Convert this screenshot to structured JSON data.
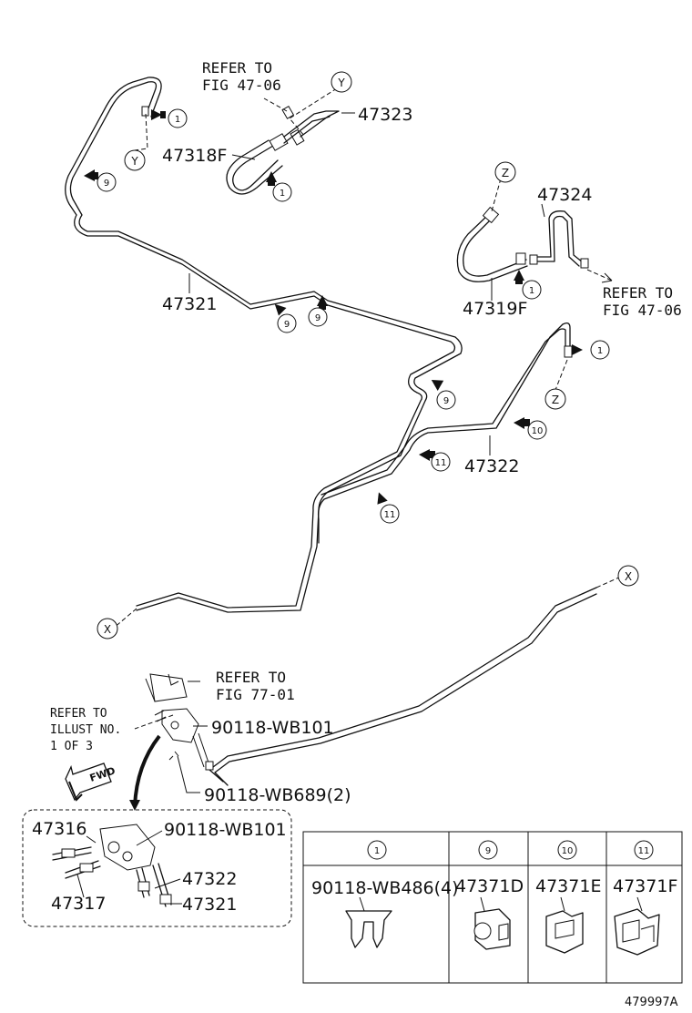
{
  "parts": {
    "p47323": "47323",
    "p47318F": "47318F",
    "p47321": "47321",
    "p47324": "47324",
    "p47319F": "47319F",
    "p47322": "47322",
    "bolt_101": "90118-WB101",
    "bolt_689": "90118-WB689(2)",
    "inset_47316": "47316",
    "inset_47317": "47317",
    "inset_101": "90118-WB101",
    "inset_47322": "47322",
    "inset_47321": "47321"
  },
  "references": {
    "fig4706_top_l1": "REFER TO",
    "fig4706_top_l2": "FIG 47-06",
    "fig4706_right_l1": "REFER TO",
    "fig4706_right_l2": "FIG 47-06",
    "fig7701_l1": "REFER TO",
    "fig7701_l2": "FIG 77-01",
    "illust_l1": "REFER TO",
    "illust_l2": "ILLUST NO.",
    "illust_l3": "1 OF 3"
  },
  "connectors": {
    "y": "Y",
    "z": "Z",
    "x": "X"
  },
  "callouts": {
    "c1": "1",
    "c9": "9",
    "c10": "10",
    "c11": "11"
  },
  "fwd_label": "FWD",
  "legend": {
    "headers": [
      "1",
      "9",
      "10",
      "11"
    ],
    "parts": [
      "90118-WB486(4)",
      "47371D",
      "47371E",
      "47371F"
    ]
  },
  "drawing_number": "479997A"
}
